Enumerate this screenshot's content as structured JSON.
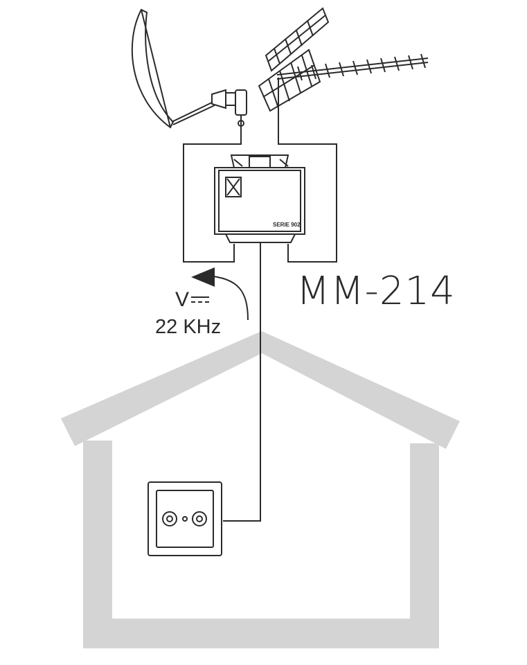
{
  "model": "MM-214",
  "amplifier_series": "SERIE 902",
  "power_labels": {
    "voltage": "V",
    "frequency": "22 KHz"
  },
  "colors": {
    "line": "#2a2a2a",
    "house": "#d4d4d4",
    "background": "#ffffff"
  },
  "icons": [
    "satellite-dish-icon",
    "yagi-antenna-icon",
    "amplifier-icon",
    "wall-outlet-icon",
    "house-outline-icon",
    "arrow-icon"
  ]
}
